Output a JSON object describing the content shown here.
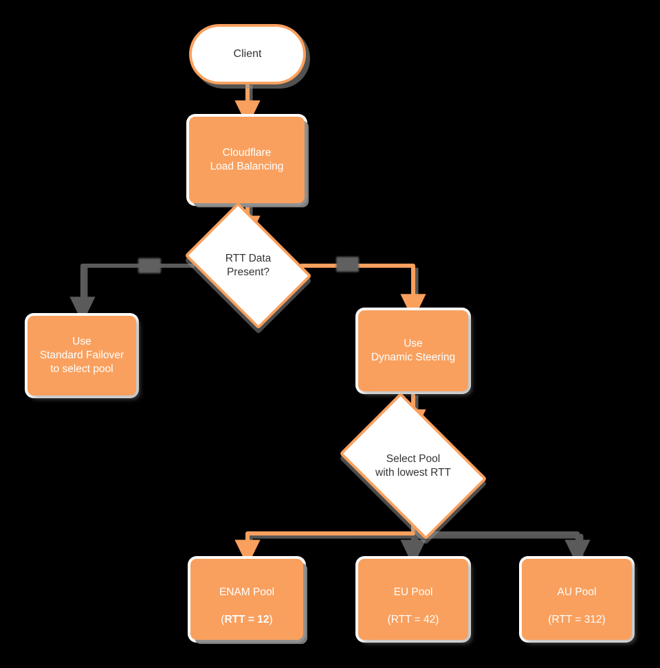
{
  "diagram": {
    "title": "Cloudflare Load Balancing RTT steering decision flow",
    "colors": {
      "node_fill": "#f9a05e",
      "node_text": "#ffffff",
      "decision_fill": "#ffffff",
      "decision_text": "#333333",
      "accent_edge": "#f9a05e",
      "plain_edge": "#5a5a5a",
      "background": "#000000",
      "shadow": "#888888"
    },
    "nodes": [
      {
        "id": "client",
        "type": "terminator",
        "label": "Client"
      },
      {
        "id": "lb",
        "type": "process",
        "label": "Cloudflare\nLoad Balancing"
      },
      {
        "id": "rtt-present",
        "type": "decision",
        "label": "RTT Data\nPresent?"
      },
      {
        "id": "standard-failover",
        "type": "process",
        "label": "Use\nStandard Failover\nto select pool"
      },
      {
        "id": "dynamic-steering",
        "type": "process",
        "label": "Use\nDynamic Steering"
      },
      {
        "id": "select-pool",
        "type": "decision",
        "label": "Select Pool\nwith lowest RTT"
      },
      {
        "id": "enam-pool",
        "type": "process",
        "label_line1": "ENAM Pool",
        "label_prefix": "(",
        "label_bold": "RTT = 12",
        "label_suffix": ")"
      },
      {
        "id": "eu-pool",
        "type": "process",
        "label_line1": "EU Pool",
        "label_line2": "(RTT = 42)"
      },
      {
        "id": "au-pool",
        "type": "process",
        "label_line1": "AU Pool",
        "label_line2": "(RTT = 312)"
      }
    ],
    "edges": [
      {
        "from": "client",
        "to": "lb",
        "style": "accent",
        "label": ""
      },
      {
        "from": "lb",
        "to": "rtt-present",
        "style": "accent",
        "label": ""
      },
      {
        "from": "rtt-present",
        "to": "standard-failover",
        "style": "plain",
        "label": "[redacted]"
      },
      {
        "from": "rtt-present",
        "to": "dynamic-steering",
        "style": "accent",
        "label": "[redacted]"
      },
      {
        "from": "dynamic-steering",
        "to": "select-pool",
        "style": "accent",
        "label": ""
      },
      {
        "from": "select-pool",
        "to": "enam-pool",
        "style": "accent",
        "label": ""
      },
      {
        "from": "select-pool",
        "to": "eu-pool",
        "style": "plain",
        "label": ""
      },
      {
        "from": "select-pool",
        "to": "au-pool",
        "style": "plain",
        "label": ""
      }
    ]
  }
}
